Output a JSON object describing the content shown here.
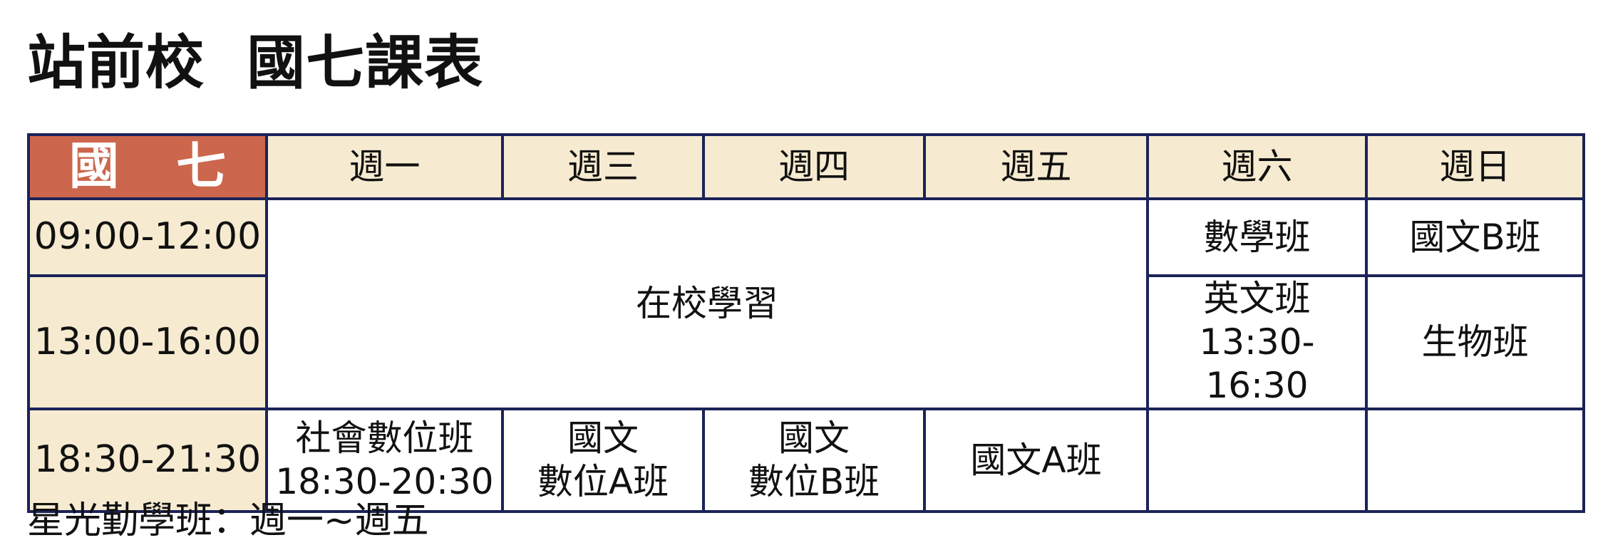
{
  "title": "站前校  國七課表",
  "table": {
    "grade": "國 七",
    "days": [
      "週一",
      "週三",
      "週四",
      "週五",
      "週六",
      "週日"
    ],
    "times": [
      "09:00-12:00",
      "13:00-16:00",
      "18:30-21:30"
    ],
    "weekday_daytime": "在校學習",
    "saturday": {
      "morning": "數學班",
      "afternoon": {
        "name": "英文班",
        "time": "13:30-16:30"
      },
      "evening": ""
    },
    "sunday": {
      "morning": "國文B班",
      "afternoon": "生物班",
      "evening": ""
    },
    "evening": {
      "mon": {
        "line1": "社會數位班",
        "line2": "18:30-20:30"
      },
      "wed": {
        "line1": "國文",
        "line2": "數位A班"
      },
      "thu": {
        "line1": "國文",
        "line2": "數位B班"
      },
      "fri": "國文A班"
    }
  },
  "footnote": "星光勤學班：週一~週五",
  "colors": {
    "border": "#1b2358",
    "header_background": "#f6ebd0",
    "grade_background": "#cc664c",
    "grade_text": "#ffffff"
  }
}
